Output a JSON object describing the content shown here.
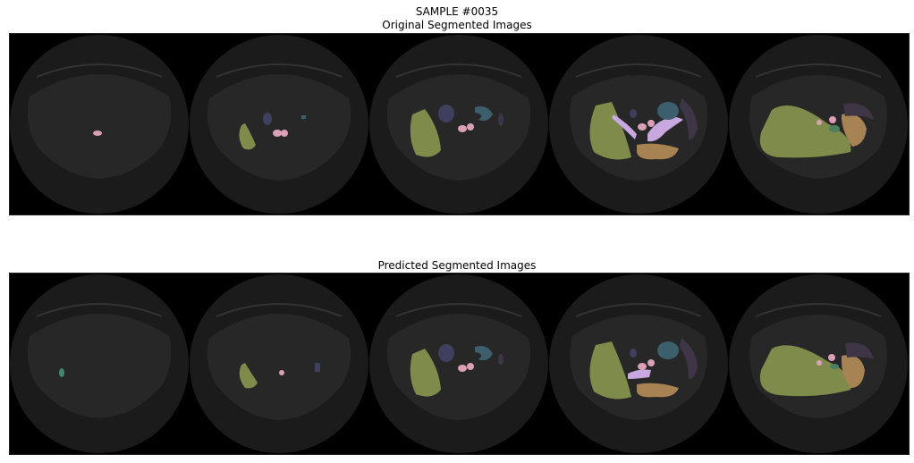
{
  "figure": {
    "sample_label": "SAMPLE #0035",
    "top_panel_title": "Original Segmented Images",
    "bottom_panel_title": "Predicted Segmented Images",
    "slice_count": 5,
    "colors": {
      "background": "#000000",
      "body": "#272727",
      "ring": "#1b1b1b",
      "liver": "#7f8b4a",
      "stomach": "#3d5e6c",
      "left_kidney": "#3f3f5f",
      "aorta": "#d9a0b6",
      "pancreas": "#c9a8e0",
      "bowel": "#a78354",
      "spleen": "#3e3547",
      "gallbladder": "#4d8060",
      "small_blob": "#3f8a70"
    }
  }
}
